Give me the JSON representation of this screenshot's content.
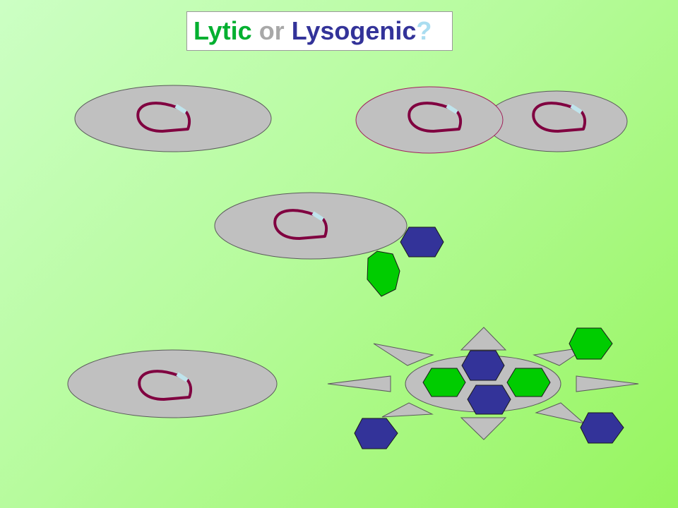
{
  "title": {
    "part_lytic": "Lytic",
    "part_or": " or ",
    "part_lysogenic": "Lysogenic",
    "part_question": "?"
  },
  "colors": {
    "lytic": "#00b030",
    "or": "#a8a8a8",
    "lysogenic": "#333399",
    "question": "#aaddf0",
    "cell_fill": "#c0c0c0",
    "dna": "#800040",
    "prophage": "#bfe4ec",
    "phage_green": "#00cc00",
    "phage_blue": "#333399"
  },
  "scene": {
    "cells": [
      "host-cell",
      "host-cell-dividing-left",
      "host-cell-dividing-right",
      "infected-cell",
      "lysogenic-cell",
      "lysing-cell"
    ],
    "phages": [
      "blue",
      "green",
      "blue",
      "green",
      "green",
      "blue",
      "green",
      "blue",
      "blue"
    ],
    "fragments": 8
  }
}
